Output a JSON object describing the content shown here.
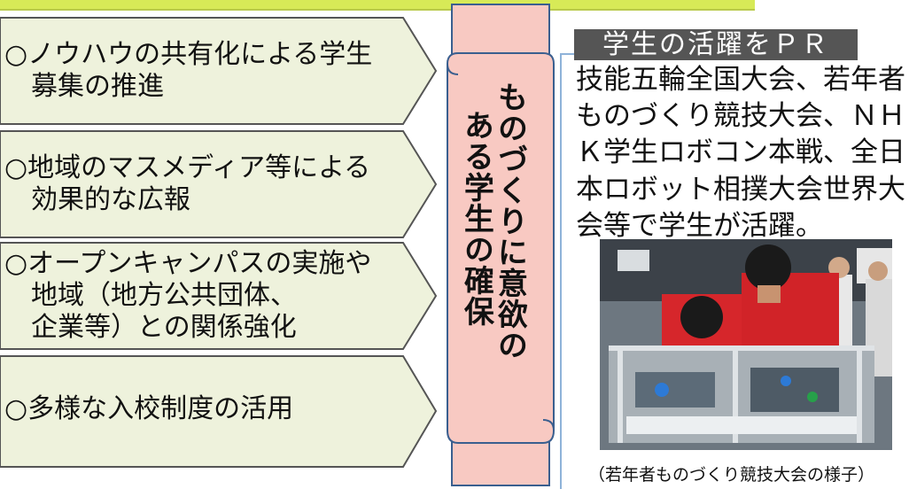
{
  "colors": {
    "top_bar": "#d7ea57",
    "box_fill": "#eef2dc",
    "box_stroke": "#555555",
    "ribbon_fill": "#f8c9c2",
    "ribbon_stroke": "#3a5f8f",
    "pr_header_bg": "#555555",
    "pr_line": "#8fb3d9"
  },
  "strategies": [
    {
      "text": "○ノウハウの共有化による学生\n　募集の推進"
    },
    {
      "text": "○地域のマスメディア等による\n　効果的な広報"
    },
    {
      "text": "○オープンキャンパスの実施や\n　地域（地方公共団体、\n　企業等）との関係強化"
    },
    {
      "text": "○多様な入校制度の活用"
    }
  ],
  "banner": {
    "line1": "ものづくりに意欲の",
    "line2": "ある学生の確保"
  },
  "pr": {
    "header": "学生の活躍をＰＲ",
    "body": "技能五輪全国大会、若年者ものづくり競技大会、ＮＨＫ学生ロボコン本戦、全日本ロボット相撲大会世界大会等で学生が活躍。",
    "caption": "（若年者ものづくり競技大会の様子）"
  },
  "photo_icon": "competition-photo"
}
